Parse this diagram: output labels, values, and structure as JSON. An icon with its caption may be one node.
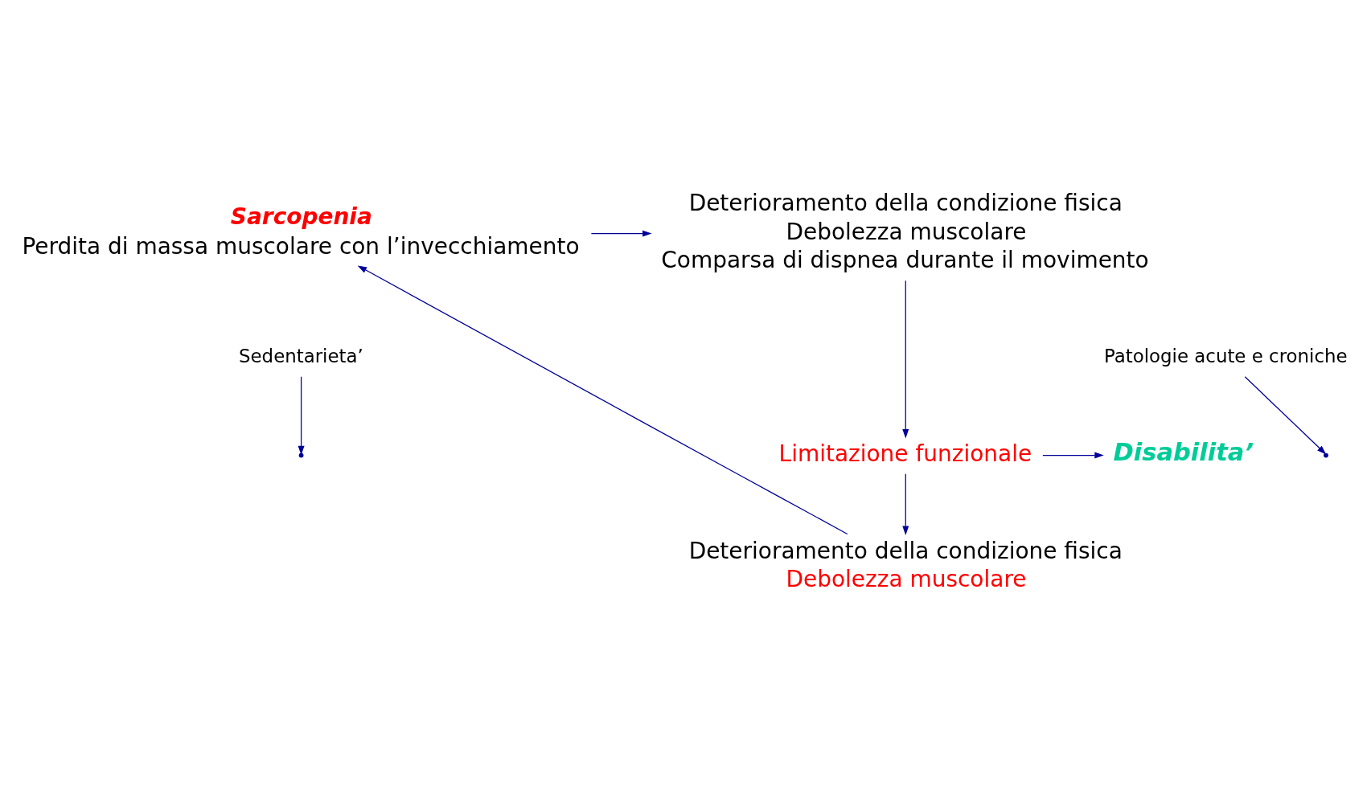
{
  "diagram": {
    "nodes": [
      {
        "text": [
          "Sarcopenia",
          "Perdita di massa muscolare con l’invecchiamento"
        ]
      },
      {
        "text": [
          "Deterioramento della condizione fisica",
          "Debolezza muscolare",
          "Comparsa di dispnea durante il movimento"
        ]
      },
      {
        "text": [
          "Sedentarieta’"
        ]
      },
      {
        "text": [
          "Patologie acute e croniche"
        ]
      },
      {
        "text": [
          "Limitazione funzionale"
        ]
      },
      {
        "text": [
          "Disabilita’"
        ]
      },
      {
        "text": [
          "Deterioramento della condizione fisica",
          "Debolezza muscolare"
        ]
      }
    ],
    "edges": [
      {
        "from": 0,
        "to": 1,
        "arrow": "to"
      },
      {
        "from": 2,
        "to": null,
        "arrow": "to"
      },
      {
        "from": 3,
        "to": null,
        "arrow": "to"
      },
      {
        "from": 1,
        "to": 4,
        "arrow": "to"
      },
      {
        "from": 4,
        "to": 5,
        "arrow": "to"
      },
      {
        "from": 4,
        "to": 6,
        "arrow": "to"
      },
      {
        "from": 6,
        "to": 0,
        "arrow": "to"
      }
    ]
  }
}
